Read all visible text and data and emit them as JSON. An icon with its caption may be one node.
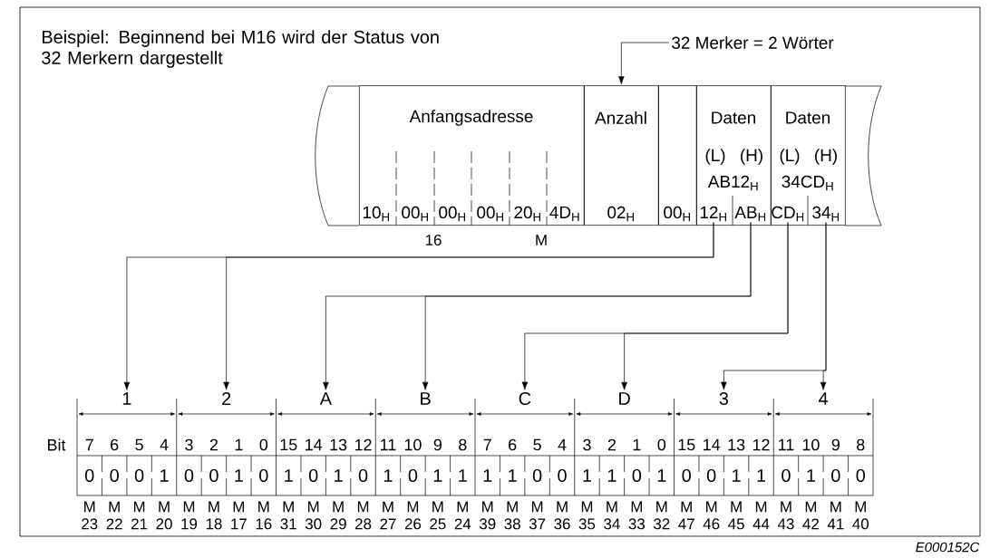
{
  "diagram": {
    "title": "Beispiel: Beginnend bei M16  wird der Status von 32 Merkern dargestellt",
    "nodes": [
      {
        "text": [
          "32 Merker = 2 Wörter"
        ]
      },
      {
        "text": [
          "Anfangsadresse",
          "10$_{H}$",
          "00$_{H}$",
          "00$_{H}$",
          "00$_{H}$",
          "20$_{H}$",
          "4D$_{H}$"
        ]
      },
      {
        "text": [
          "Anzahl",
          "02$_{H}$"
        ]
      },
      {
        "text": [
          "00$_{H}$"
        ]
      },
      {
        "text": [
          "Daten",
          "(L)",
          "(H)",
          "AB12$_{H}$"
        ]
      },
      {
        "text": [
          "12$_{H}$"
        ],
        "in": 4
      },
      {
        "text": [
          "AB$_{H}$"
        ],
        "in": 4
      },
      {
        "text": [
          "Daten",
          "(L)",
          "(H)",
          "34CD$_{H}$"
        ]
      },
      {
        "text": [
          "CD$_{H}$"
        ],
        "in": 7
      },
      {
        "text": [
          "34$_{H}$"
        ],
        "in": 7
      },
      {
        "text": [
          "1"
        ]
      },
      {
        "text": [
          "2"
        ]
      },
      {
        "text": [
          "A"
        ]
      },
      {
        "text": [
          "B"
        ]
      },
      {
        "text": [
          "C"
        ]
      },
      {
        "text": [
          "D"
        ]
      },
      {
        "text": [
          "3"
        ]
      },
      {
        "text": [
          "4"
        ]
      },
      {
        "text": [
          "0"
        ],
        "beside": [
          "7",
          "M 23"
        ]
      },
      {
        "text": [
          "0"
        ],
        "beside": [
          "6",
          "M 22"
        ]
      },
      {
        "text": [
          "0"
        ],
        "beside": [
          "5",
          "M 21"
        ]
      },
      {
        "text": [
          "1"
        ],
        "beside": [
          "4",
          "M 20"
        ]
      },
      {
        "text": [
          "0"
        ],
        "beside": [
          "3",
          "M 19"
        ]
      },
      {
        "text": [
          "0"
        ],
        "beside": [
          "2",
          "M 18"
        ]
      },
      {
        "text": [
          "1"
        ],
        "beside": [
          "1",
          "M 17"
        ]
      },
      {
        "text": [
          "0"
        ],
        "beside": [
          "0",
          "M 16"
        ]
      },
      {
        "text": [
          "1"
        ],
        "beside": [
          "15",
          "M 31"
        ]
      },
      {
        "text": [
          "0"
        ],
        "beside": [
          "14",
          "M 30"
        ]
      },
      {
        "text": [
          "1"
        ],
        "beside": [
          "13",
          "M 29"
        ]
      },
      {
        "text": [
          "0"
        ],
        "beside": [
          "12",
          "M 28"
        ]
      },
      {
        "text": [
          "1"
        ],
        "beside": [
          "11",
          "M 27"
        ]
      },
      {
        "text": [
          "0"
        ],
        "beside": [
          "10",
          "M 26"
        ]
      },
      {
        "text": [
          "1"
        ],
        "beside": [
          "9",
          "M 25"
        ]
      },
      {
        "text": [
          "1"
        ],
        "beside": [
          "8",
          "M 24"
        ]
      },
      {
        "text": [
          "1"
        ],
        "beside": [
          "7",
          "M 39"
        ]
      },
      {
        "text": [
          "1"
        ],
        "beside": [
          "6",
          "M 38"
        ]
      },
      {
        "text": [
          "0"
        ],
        "beside": [
          "5",
          "M 37"
        ]
      },
      {
        "text": [
          "0"
        ],
        "beside": [
          "4",
          "M 36"
        ]
      },
      {
        "text": [
          "1"
        ],
        "beside": [
          "3",
          "M 35"
        ]
      },
      {
        "text": [
          "1"
        ],
        "beside": [
          "2",
          "M 34"
        ]
      },
      {
        "text": [
          "0"
        ],
        "beside": [
          "1",
          "M 33"
        ]
      },
      {
        "text": [
          "1"
        ],
        "beside": [
          "0",
          "M 32"
        ]
      },
      {
        "text": [
          "0"
        ],
        "beside": [
          "15",
          "M 47"
        ]
      },
      {
        "text": [
          "0"
        ],
        "beside": [
          "14",
          "M 46"
        ]
      },
      {
        "text": [
          "1"
        ],
        "beside": [
          "13",
          "M 45"
        ]
      },
      {
        "text": [
          "1"
        ],
        "beside": [
          "12",
          "M 44"
        ]
      },
      {
        "text": [
          "0"
        ],
        "beside": [
          "11",
          "M 43"
        ]
      },
      {
        "text": [
          "1"
        ],
        "beside": [
          "10",
          "M 42"
        ]
      },
      {
        "text": [
          "0"
        ],
        "beside": [
          "9",
          "M 41"
        ]
      },
      {
        "text": [
          "0"
        ],
        "beside": [
          "8",
          "M 40"
        ]
      }
    ],
    "edges": [
      {
        "from": 0,
        "to": 2,
        "arrow": "to"
      },
      {
        "from": 5,
        "to": 10,
        "arrow": "to"
      },
      {
        "from": 5,
        "to": 11,
        "arrow": "to"
      },
      {
        "from": 6,
        "to": 12,
        "arrow": "to"
      },
      {
        "from": 6,
        "to": 13,
        "arrow": "to"
      },
      {
        "from": 8,
        "to": 14,
        "arrow": "to"
      },
      {
        "from": 8,
        "to": 15,
        "arrow": "to"
      },
      {
        "from": 9,
        "to": 16,
        "arrow": "to"
      },
      {
        "from": 9,
        "to": 17,
        "arrow": "to"
      }
    ],
    "labels": [
      "16",
      "M",
      "Bit",
      "E000152C"
    ]
  }
}
